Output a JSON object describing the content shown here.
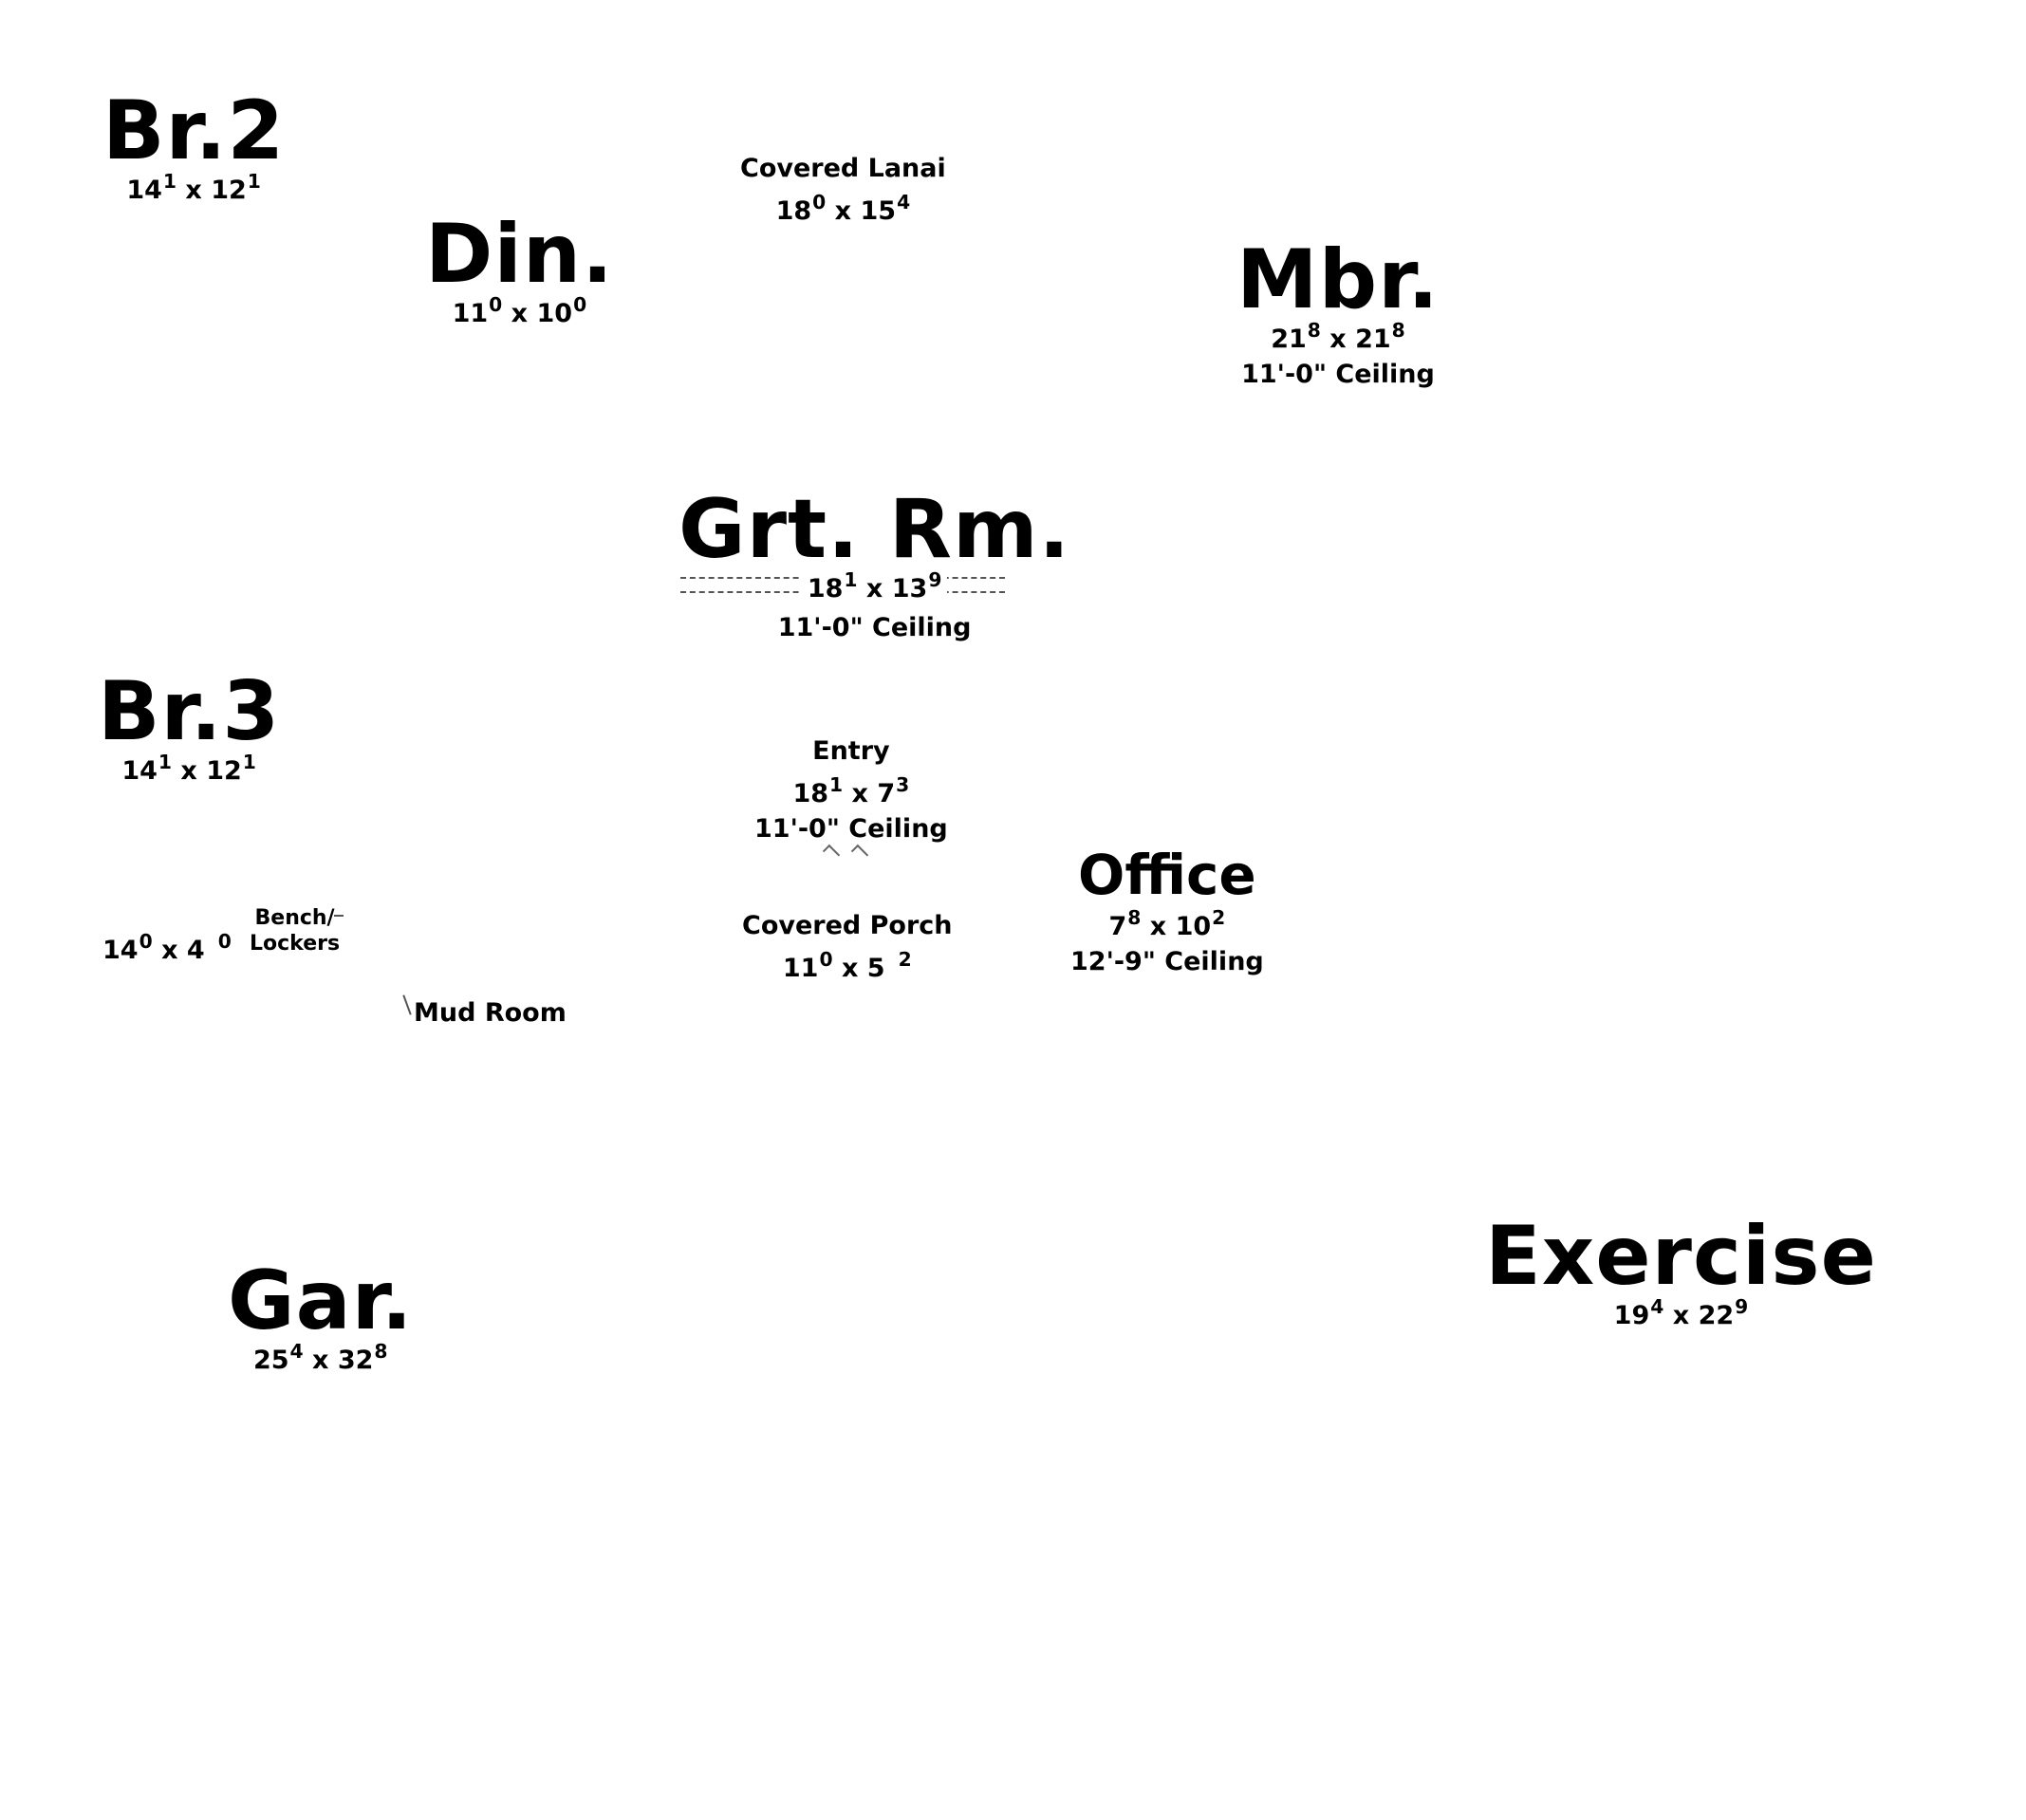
{
  "rooms": {
    "br2": {
      "name": "Br.2",
      "dim_a": "14",
      "dim_a_in": "1",
      "dim_b": "12",
      "dim_b_in": "1"
    },
    "din": {
      "name": "Din.",
      "dim_a": "11",
      "dim_a_in": "0",
      "dim_b": "10",
      "dim_b_in": "0"
    },
    "lanai": {
      "name": "Covered Lanai",
      "dim_a": "18",
      "dim_a_in": "0",
      "dim_b": "15",
      "dim_b_in": "4"
    },
    "mbr": {
      "name": "Mbr.",
      "dim_a": "21",
      "dim_a_in": "8",
      "dim_b": "21",
      "dim_b_in": "8",
      "ceiling": "11'-0\" Ceiling"
    },
    "grtrm": {
      "name": "Grt. Rm.",
      "dim_a": "18",
      "dim_a_in": "1",
      "dim_b": "13",
      "dim_b_in": "9",
      "ceiling": "11'-0\" Ceiling"
    },
    "br3": {
      "name": "Br.3",
      "dim_a": "14",
      "dim_a_in": "1",
      "dim_b": "12",
      "dim_b_in": "1"
    },
    "entry": {
      "name": "Entry",
      "dim_a": "18",
      "dim_a_in": "1",
      "dim_b": "7",
      "dim_b_in": "3",
      "ceiling": "11'-0\" Ceiling"
    },
    "office": {
      "name": "Office",
      "dim_a": "7",
      "dim_a_in": "8",
      "dim_b": "10",
      "dim_b_in": "2",
      "ceiling": "12'-9\" Ceiling"
    },
    "mud_dims": {
      "dim_a": "14",
      "dim_a_in": "0",
      "dim_b": "4",
      "dim_b_in": "0"
    },
    "bench": {
      "line1": "Bench/",
      "line2": "Lockers"
    },
    "porch": {
      "name": "Covered Porch",
      "dim_a": "11",
      "dim_a_in": "0",
      "dim_b": "5",
      "dim_b_in": "2"
    },
    "mud": {
      "name": "Mud Room"
    },
    "gar": {
      "name": "Gar.",
      "dim_a": "25",
      "dim_a_in": "4",
      "dim_b": "32",
      "dim_b_in": "8"
    },
    "exercise": {
      "name": "Exercise",
      "dim_a": "19",
      "dim_a_in": "4",
      "dim_b": "22",
      "dim_b_in": "9"
    }
  },
  "separator": "x"
}
